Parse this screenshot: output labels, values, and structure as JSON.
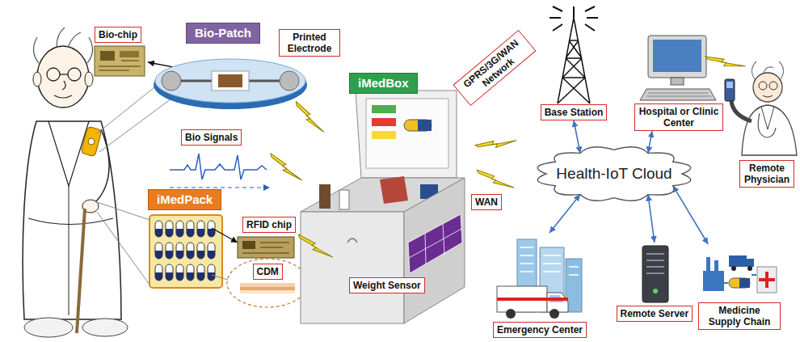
{
  "diagram": {
    "nodes": [
      {
        "text": [
          "Bio-chip"
        ]
      },
      {
        "text": [
          "Bio-Patch"
        ]
      },
      {
        "text": [
          "Printed Electrode"
        ]
      },
      {
        "text": [
          "iMedBox"
        ]
      },
      {
        "text": [
          "GPRS/3G/WAN Network"
        ]
      },
      {
        "text": [
          "Base Station"
        ]
      },
      {
        "text": [
          "Hospital or Clinic Center"
        ]
      },
      {
        "text": [
          "Remote Physician"
        ]
      },
      {
        "text": [
          "Bio Signals"
        ]
      },
      {
        "text": [
          "Health-IoT Cloud"
        ]
      },
      {
        "text": [
          "WAN"
        ]
      },
      {
        "text": [
          "iMedPack"
        ]
      },
      {
        "text": [
          "RFID chip"
        ]
      },
      {
        "text": [
          "Medicine Supply Chain"
        ]
      },
      {
        "text": [
          "CDM"
        ]
      },
      {
        "text": [
          "Weight Sensor"
        ]
      },
      {
        "text": [
          "Emergency Center"
        ]
      },
      {
        "text": [
          "Remote Server"
        ]
      }
    ],
    "edges": [
      {
        "from": 9,
        "to": 5,
        "arrow": "both"
      },
      {
        "from": 9,
        "to": 6,
        "arrow": "both"
      },
      {
        "from": 9,
        "to": 13,
        "arrow": "both"
      },
      {
        "from": 9,
        "to": 17,
        "arrow": "both"
      },
      {
        "from": 9,
        "to": 16,
        "arrow": "both"
      }
    ]
  }
}
